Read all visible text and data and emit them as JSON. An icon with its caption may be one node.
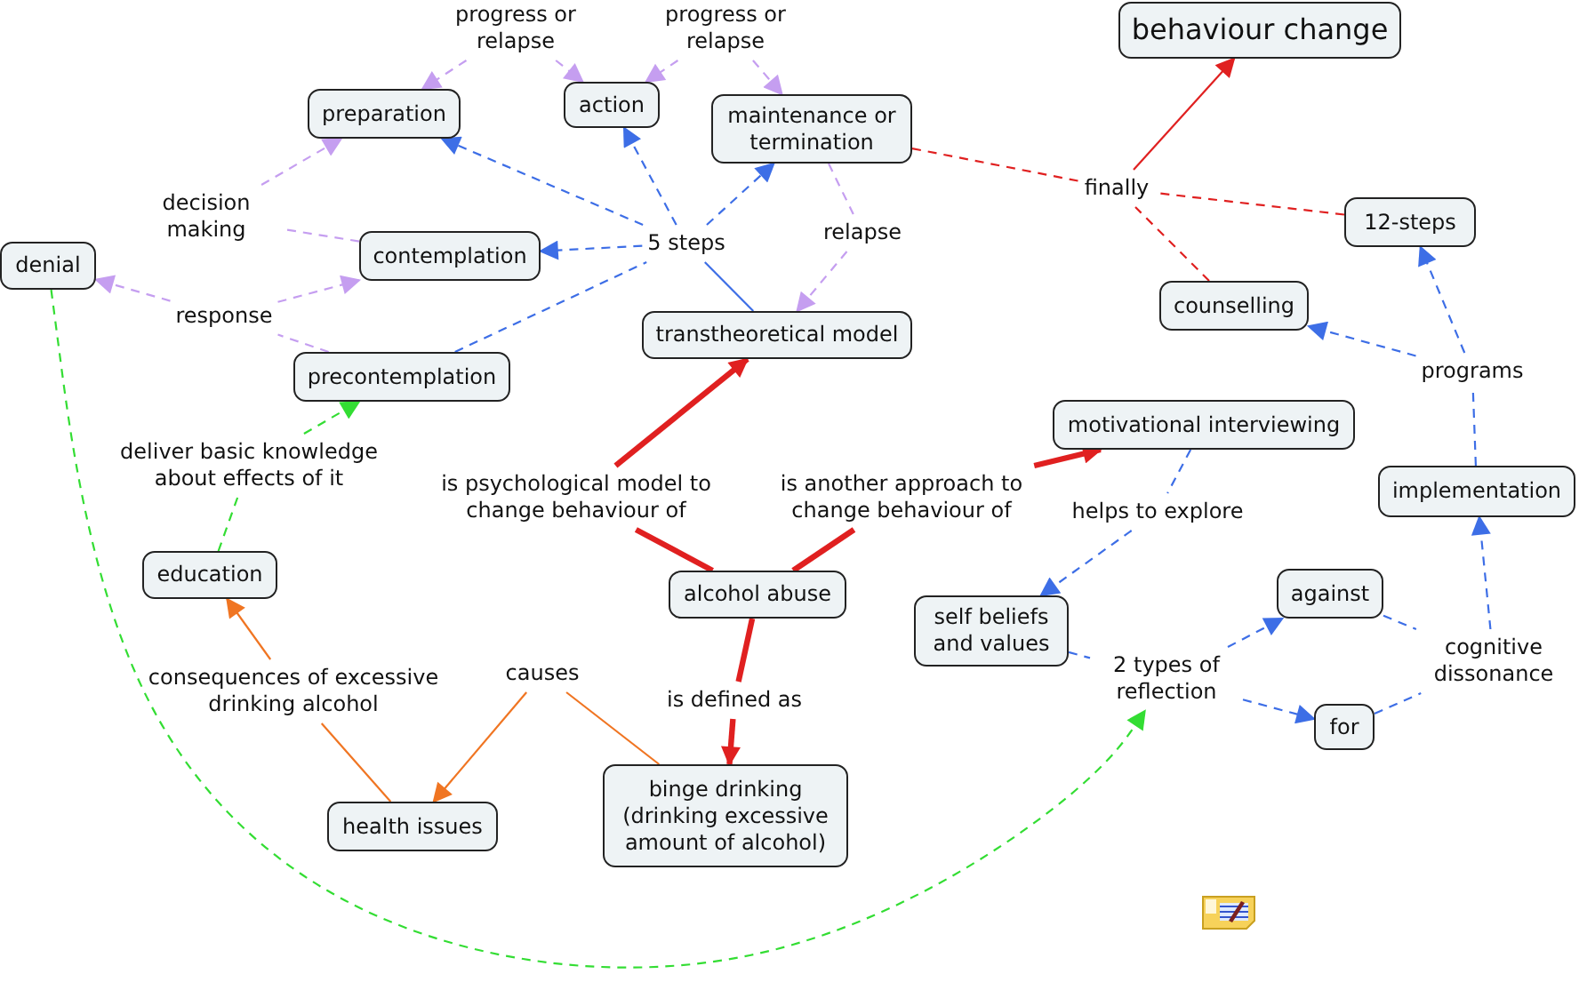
{
  "diagram": {
    "nodes": [
      {
        "text": [
          "behaviour change"
        ]
      },
      {
        "text": [
          "progress or relapse"
        ]
      },
      {
        "text": [
          "progress or relapse"
        ]
      },
      {
        "text": [
          "preparation"
        ]
      },
      {
        "text": [
          "action"
        ]
      },
      {
        "text": [
          "maintenance or termination"
        ]
      },
      {
        "text": [
          "finally"
        ]
      },
      {
        "text": [
          "12-steps"
        ]
      },
      {
        "text": [
          "decision making"
        ]
      },
      {
        "text": [
          "relapse"
        ]
      },
      {
        "text": [
          "5 steps"
        ]
      },
      {
        "text": [
          "contemplation"
        ]
      },
      {
        "text": [
          "denial"
        ]
      },
      {
        "text": [
          "counselling"
        ]
      },
      {
        "text": [
          "response"
        ]
      },
      {
        "text": [
          "transtheoretical model"
        ]
      },
      {
        "text": [
          "precontemplation"
        ]
      },
      {
        "text": [
          "programs"
        ]
      },
      {
        "text": [
          "motivational interviewing"
        ]
      },
      {
        "text": [
          "deliver basic knowledge about effects of it"
        ]
      },
      {
        "text": [
          "is psychological model to change behaviour of"
        ]
      },
      {
        "text": [
          "is another approach to change behaviour of"
        ]
      },
      {
        "text": [
          "helps to explore"
        ]
      },
      {
        "text": [
          "implementation"
        ]
      },
      {
        "text": [
          "education"
        ]
      },
      {
        "text": [
          "alcohol abuse"
        ]
      },
      {
        "text": [
          "against"
        ]
      },
      {
        "text": [
          "self beliefs and values"
        ]
      },
      {
        "text": [
          "cognitive dissonance"
        ]
      },
      {
        "text": [
          "2 types of reflection"
        ]
      },
      {
        "text": [
          "causes"
        ]
      },
      {
        "text": [
          "consequences of excessive drinking alcohol"
        ]
      },
      {
        "text": [
          "is defined as"
        ]
      },
      {
        "text": [
          "for"
        ]
      },
      {
        "text": [
          "health issues"
        ]
      },
      {
        "text": [
          "binge drinking (drinking excessive amount of alcohol)"
        ]
      }
    ],
    "edges": [
      {
        "from": 1,
        "to": 3,
        "arrow": "to",
        "style": "dashed",
        "color": "#c59ef0"
      },
      {
        "from": 1,
        "to": 4,
        "arrow": "to",
        "style": "dashed",
        "color": "#c59ef0"
      },
      {
        "from": 2,
        "to": 4,
        "arrow": "to",
        "style": "dashed",
        "color": "#c59ef0"
      },
      {
        "from": 2,
        "to": 5,
        "arrow": "to",
        "style": "dashed",
        "color": "#c59ef0"
      },
      {
        "from": 10,
        "to": 3,
        "arrow": "to",
        "style": "dashed"
      },
      {
        "from": 10,
        "to": 4,
        "arrow": "to",
        "style": "dashed"
      },
      {
        "from": 10,
        "to": 5,
        "arrow": "to",
        "style": "dashed"
      },
      {
        "from": 10,
        "to": 11,
        "arrow": "to",
        "style": "dashed"
      },
      {
        "from": 16,
        "to": 10,
        "arrow": "none",
        "style": "dashed"
      },
      {
        "from": 15,
        "to": 10,
        "arrow": "none"
      },
      {
        "from": 11,
        "to": 8,
        "arrow": "none",
        "style": "dashed",
        "color": "#c59ef0"
      },
      {
        "from": 8,
        "to": 3,
        "arrow": "to",
        "style": "dashed",
        "color": "#c59ef0"
      },
      {
        "from": 16,
        "to": 14,
        "arrow": "none",
        "style": "dashed",
        "color": "#c59ef0"
      },
      {
        "from": 14,
        "to": 12,
        "arrow": "to",
        "style": "dashed",
        "color": "#c59ef0"
      },
      {
        "from": 14,
        "to": 11,
        "arrow": "to",
        "style": "dashed",
        "color": "#c59ef0"
      },
      {
        "from": 5,
        "to": 9,
        "arrow": "none",
        "style": "dashed",
        "color": "#c59ef0"
      },
      {
        "from": 9,
        "to": 15,
        "arrow": "to",
        "style": "dashed",
        "color": "#c59ef0"
      },
      {
        "from": 5,
        "to": 6,
        "arrow": "none",
        "style": "dashed",
        "color": "#e02020"
      },
      {
        "from": 7,
        "to": 6,
        "arrow": "none",
        "style": "dashed",
        "color": "#e02020"
      },
      {
        "from": 13,
        "to": 6,
        "arrow": "none",
        "style": "dashed",
        "color": "#e02020"
      },
      {
        "from": 6,
        "to": 0,
        "arrow": "to",
        "color": "#e02020"
      },
      {
        "from": 23,
        "to": 17,
        "arrow": "none",
        "style": "dashed"
      },
      {
        "from": 17,
        "to": 7,
        "arrow": "to",
        "style": "dashed"
      },
      {
        "from": 17,
        "to": 13,
        "arrow": "to",
        "style": "dashed"
      },
      {
        "from": 25,
        "to": 20,
        "arrow": "none",
        "style": "thick",
        "color": "#e02020"
      },
      {
        "from": 20,
        "to": 15,
        "arrow": "to",
        "style": "thick",
        "color": "#e02020"
      },
      {
        "from": 25,
        "to": 21,
        "arrow": "none",
        "style": "thick",
        "color": "#e02020"
      },
      {
        "from": 21,
        "to": 18,
        "arrow": "to",
        "style": "thick",
        "color": "#e02020"
      },
      {
        "from": 25,
        "to": 32,
        "arrow": "none",
        "style": "thick",
        "color": "#e02020"
      },
      {
        "from": 32,
        "to": 35,
        "arrow": "to",
        "style": "thick",
        "color": "#e02020"
      },
      {
        "from": 18,
        "to": 22,
        "arrow": "none",
        "style": "dashed"
      },
      {
        "from": 22,
        "to": 27,
        "arrow": "to",
        "style": "dashed"
      },
      {
        "from": 27,
        "to": 29,
        "arrow": "none",
        "style": "dashed"
      },
      {
        "from": 29,
        "to": 26,
        "arrow": "to",
        "style": "dashed"
      },
      {
        "from": 29,
        "to": 33,
        "arrow": "to",
        "style": "dashed"
      },
      {
        "from": 26,
        "to": 28,
        "arrow": "none",
        "style": "dashed"
      },
      {
        "from": 33,
        "to": 28,
        "arrow": "none",
        "style": "dashed"
      },
      {
        "from": 28,
        "to": 23,
        "arrow": "to",
        "style": "dashed"
      },
      {
        "from": 24,
        "to": 19,
        "arrow": "none",
        "style": "dashed",
        "color": "#33dd33"
      },
      {
        "from": 19,
        "to": 16,
        "arrow": "to",
        "style": "dashed",
        "color": "#33dd33"
      },
      {
        "from": 12,
        "to": 29,
        "arrow": "to",
        "style": "dashed",
        "color": "#33dd33"
      },
      {
        "from": 34,
        "to": 31,
        "arrow": "none",
        "color": "#f07522"
      },
      {
        "from": 31,
        "to": 24,
        "arrow": "to",
        "color": "#f07522"
      },
      {
        "from": 35,
        "to": 30,
        "arrow": "none",
        "color": "#f07522"
      },
      {
        "from": 30,
        "to": 34,
        "arrow": "to",
        "color": "#f07522"
      }
    ]
  }
}
